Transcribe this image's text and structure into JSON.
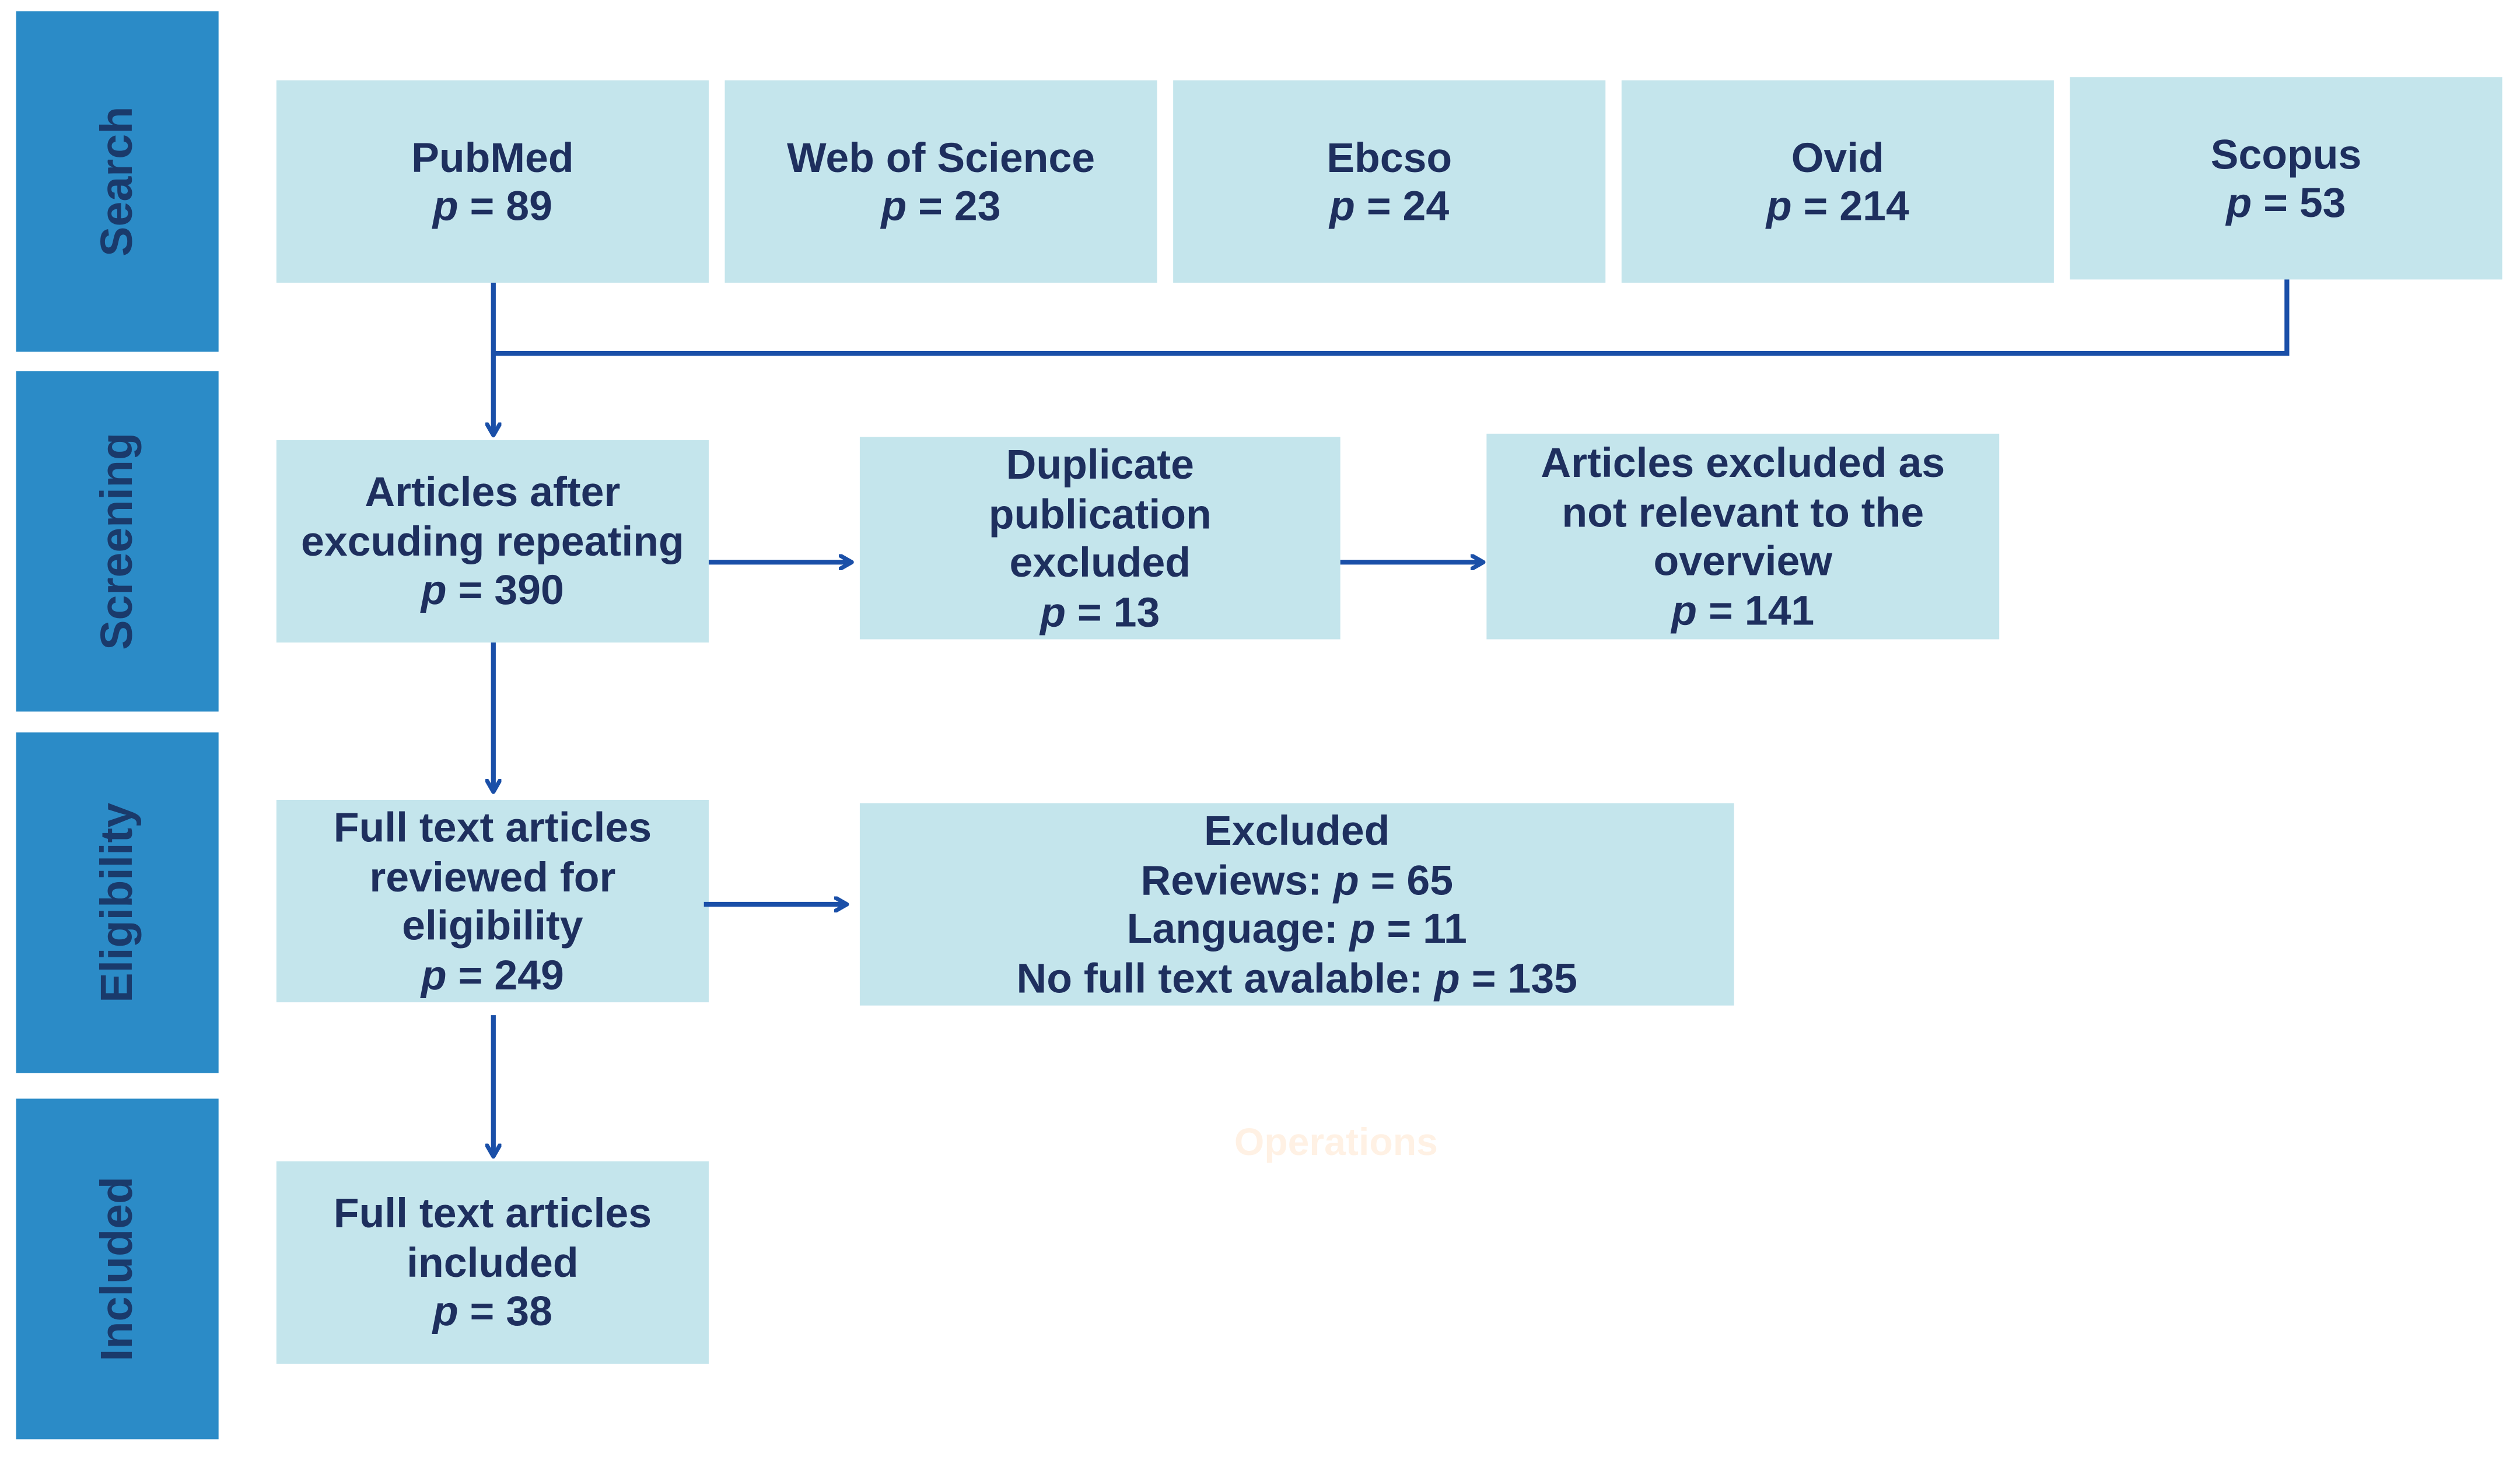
{
  "phases": {
    "search": "Search",
    "screening": "Screening",
    "eligibility": "Eligibility",
    "included": "Included"
  },
  "p_symbol": "p",
  "sources": [
    {
      "name": "PubMed",
      "count": "= 89"
    },
    {
      "name": "Web of Science",
      "count": "= 23"
    },
    {
      "name": "Ebcso",
      "count": "= 24"
    },
    {
      "name": "Ovid",
      "count": "= 214"
    },
    {
      "name": "Scopus",
      "count": "= 53"
    }
  ],
  "after_excluding": {
    "lines": [
      "Articles after",
      "excuding repeating"
    ],
    "count": "= 390"
  },
  "duplicates": {
    "lines": [
      "Duplicate",
      "publication",
      "excluded"
    ],
    "count": "= 13"
  },
  "not_relevant": {
    "lines": [
      "Articles excluded as",
      "not relevant to the",
      "overview"
    ],
    "count": "= 141"
  },
  "full_text_reviewed": {
    "lines": [
      "Full text articles",
      "reviewed for",
      "eligibility"
    ],
    "count": "= 249"
  },
  "excluded": {
    "title": "Excluded",
    "items": [
      {
        "label": "Reviews: ",
        "count": "= 65"
      },
      {
        "label": "Language: ",
        "count": "= 11"
      },
      {
        "label": "No full text avalable: ",
        "count": "= 135"
      }
    ]
  },
  "included": {
    "lines": [
      "Full text articles",
      "included"
    ],
    "count": "= 38"
  },
  "watermark": "Operations",
  "colors": {
    "phase_bar": "#2b8bc7",
    "phase_text": "#1a3a6b",
    "box_fill": "#c4e5ec",
    "box_text": "#1e2f5e",
    "connector": "#1a4fa8"
  }
}
